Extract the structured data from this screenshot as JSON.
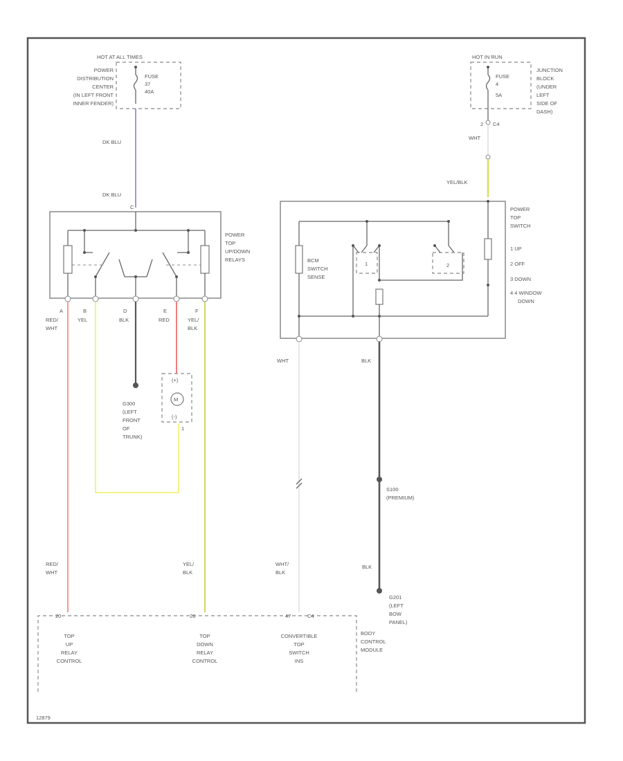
{
  "colors": {
    "dk_blu": "#8c8ce0",
    "red_wht": "#f48a8a",
    "red": "#f07070",
    "yel": "#f3f07a",
    "yel_blk": "#cfcf55",
    "yel_blk_top": "#d8e060",
    "wht": "#dddddd",
    "blk": "#555555"
  },
  "fuse_left": {
    "hot_label": "HOT AT ALL TIMES",
    "fuse": "FUSE",
    "number": "37",
    "amps": "40A",
    "location": [
      "POWER",
      "DISTRIBUTION",
      "CENTER",
      "(IN LEFT FRONT",
      "INNER FENDER)"
    ]
  },
  "fuse_right": {
    "hot_label": "HOT IN RUN",
    "fuse": "FUSE",
    "number": "4",
    "amps": "5A",
    "location": [
      "JUNCTION",
      "BLOCK",
      "(UNDER",
      "LEFT",
      "SIDE OF",
      "DASH)"
    ],
    "pin": "2",
    "conn": "C4"
  },
  "wire_labels": {
    "dk_blu_1": "DK BLU",
    "dk_blu_2": "DK BLU",
    "wht_top": "WHT",
    "yel_blk_top": "YEL/BLK",
    "relay_a": [
      "RED/",
      "WHT"
    ],
    "relay_b": "YEL",
    "relay_d": "BLK",
    "relay_e": "RED",
    "relay_f": [
      "YEL/",
      "BLK"
    ],
    "switch_wht": "WHT",
    "switch_blk": "BLK",
    "bottom_red_wht": [
      "RED/",
      "WHT"
    ],
    "bottom_yel_blk": [
      "YEL/",
      "BLK"
    ],
    "bottom_wht_blk": [
      "WHT/",
      "BLK"
    ],
    "bottom_blk": "BLK"
  },
  "relay": {
    "title": [
      "POWER",
      "TOP",
      "UP/DOWN",
      "RELAYS"
    ],
    "pin_top": "C",
    "pins": [
      "A",
      "B",
      "D",
      "E",
      "F"
    ]
  },
  "ground_left": {
    "label": [
      "G300",
      "(LEFT",
      "FRONT",
      "OF",
      "TRUNK)"
    ]
  },
  "motor": {
    "top": "(+)",
    "label": "M",
    "bottom": "(-)",
    "pin": "1"
  },
  "switch": {
    "title": [
      "POWER",
      "TOP",
      "SWITCH"
    ],
    "legend": [
      "1 UP",
      "2 OFF",
      "3 DOWN",
      "4 4 WINDOW",
      "DOWN"
    ],
    "sense": [
      "BCM",
      "SWITCH",
      "SENSE"
    ],
    "contact_1": "1",
    "contact_2": "2"
  },
  "splice": {
    "label": [
      "S100",
      "(PREMIUM)"
    ]
  },
  "ground_right": {
    "label": [
      "G201",
      "(LEFT",
      "BOW",
      "PANEL)"
    ]
  },
  "bcm": {
    "title": [
      "BODY",
      "CONTROL",
      "MODULE"
    ],
    "pin_1": "20",
    "pin_2": "26",
    "pin_3": "47",
    "conn": "C4",
    "circuit_1": [
      "TOP",
      "UP",
      "RELAY",
      "CONTROL"
    ],
    "circuit_2": [
      "TOP",
      "DOWN",
      "RELAY",
      "CONTROL"
    ],
    "circuit_3": [
      "CONVERTIBLE",
      "TOP",
      "SWITCH",
      "INS"
    ]
  },
  "footer": "12879"
}
